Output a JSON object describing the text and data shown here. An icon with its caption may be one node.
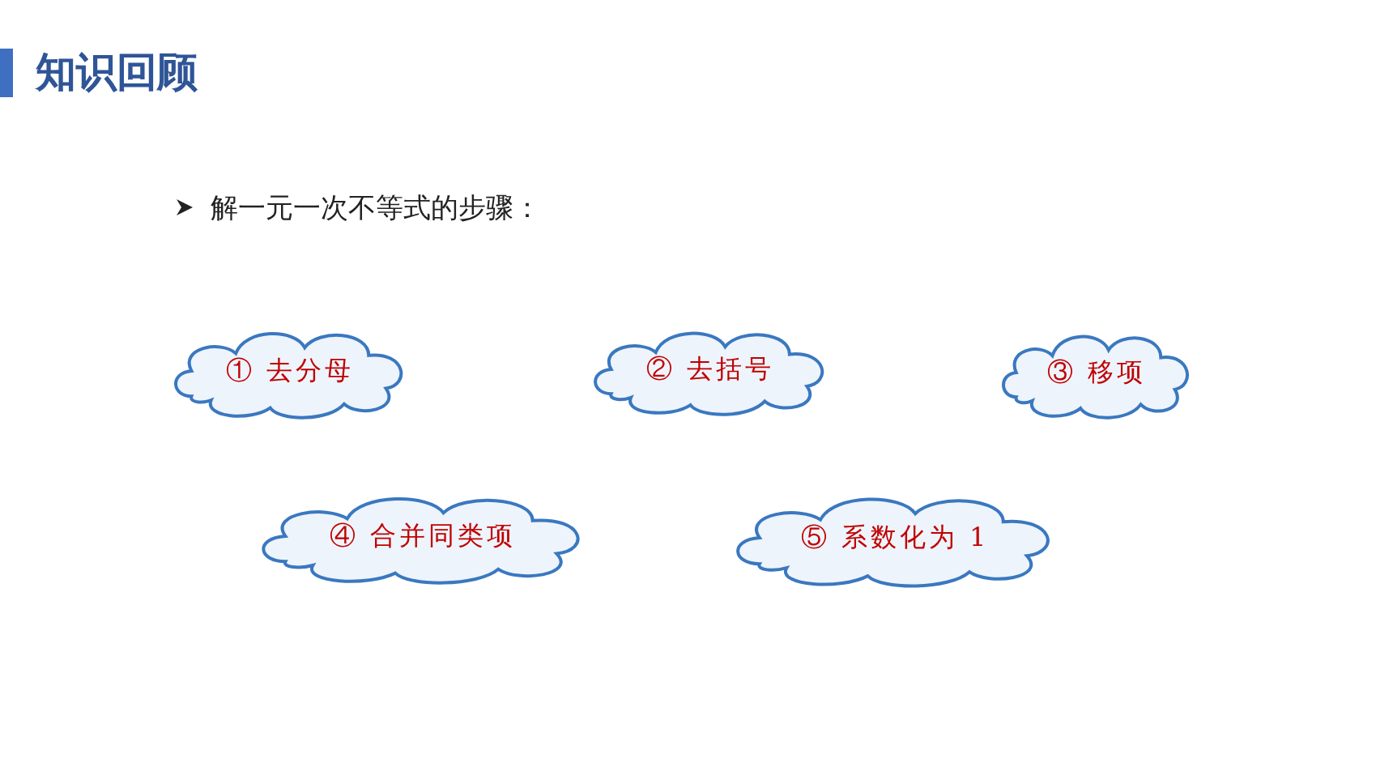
{
  "diagram": {
    "title": "知识回顾",
    "nodes": [
      {
        "text": [
          "① 去分母"
        ]
      },
      {
        "text": [
          "② 去括号"
        ]
      },
      {
        "text": [
          "③ 移项"
        ]
      },
      {
        "text": [
          "④ 合并同类项"
        ]
      },
      {
        "text": [
          "⑤ 系数化为 1"
        ]
      }
    ],
    "labels": [
      "解一元一次不等式的步骤："
    ]
  }
}
